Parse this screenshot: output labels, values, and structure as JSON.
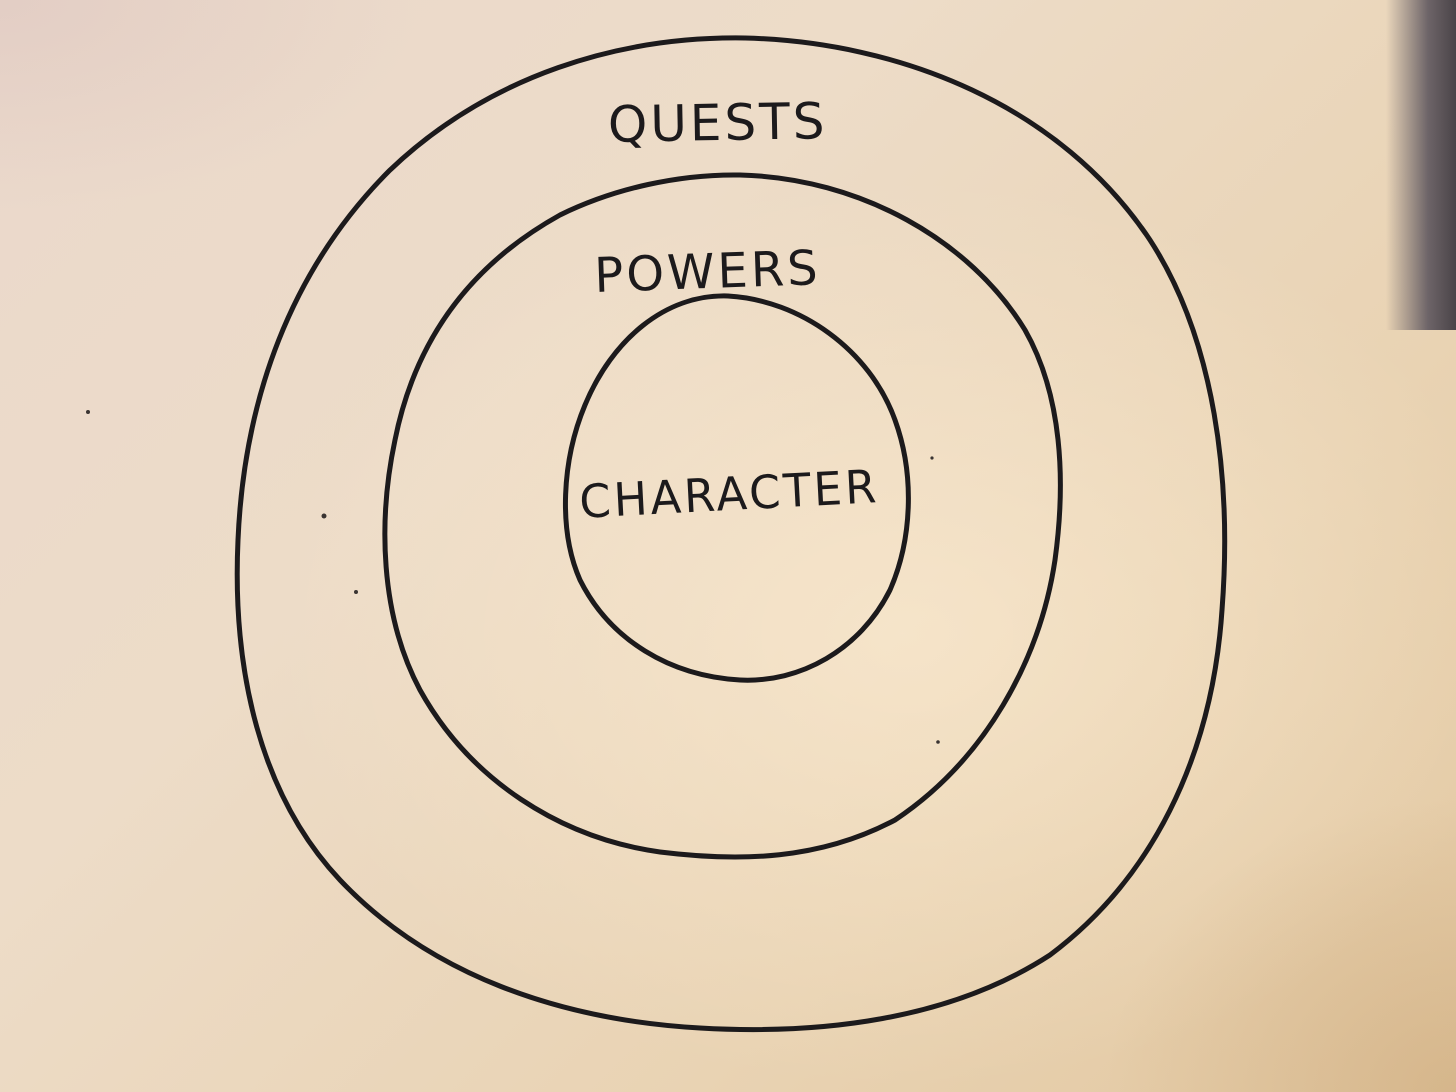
{
  "diagram": {
    "labels": {
      "outer": "QUESTS",
      "middle": "POWERS",
      "inner": "CHARACTER"
    },
    "ink_color": "#1c1a1c",
    "paper_color": "#ebd9c4"
  }
}
